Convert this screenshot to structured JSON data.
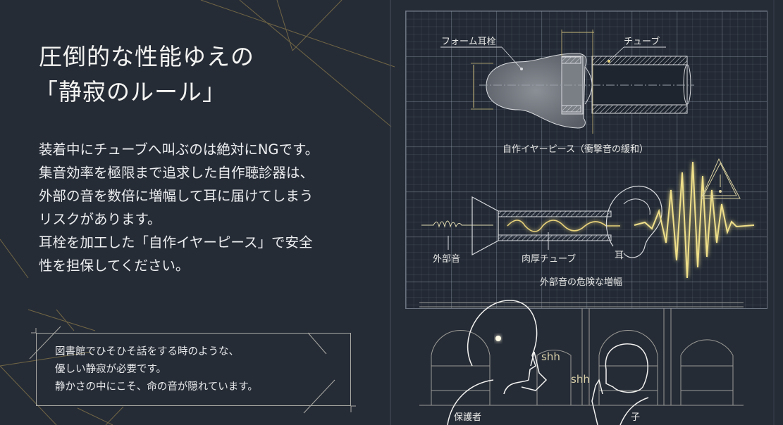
{
  "heading": {
    "line1": "圧倒的な性能ゆえの",
    "line2": "「静寂のルール」"
  },
  "body": {
    "lines": [
      "装着中にチューブへ叫ぶのは絶対にNGです。",
      "集音効率を極限まで追求した自作聴診器は、",
      "外部の音を数倍に増幅して耳に届けてしまう",
      "リスクがあります。",
      "耳栓を加工した「自作イヤーピース」で安全",
      "性を担保してください。"
    ]
  },
  "quote": {
    "lines": [
      "図書館でひそひそ話をする時のような、",
      "優しい静寂が必要です。",
      "静かさの中にこそ、命の音が隠れています。"
    ]
  },
  "diagram_earpiece": {
    "label_foam": "フォーム耳栓",
    "label_tube": "チューブ",
    "caption": "自作イヤーピース（衝撃音の緩和）"
  },
  "diagram_amplification": {
    "label_external": "外部音",
    "label_tube": "肉厚チューブ",
    "label_ear": "耳",
    "caption": "外部音の危険な増幅",
    "warning_icon": "warning-triangle-icon"
  },
  "library_scene": {
    "shh_adult": "shh",
    "shh_child": "shh",
    "label_guardian": "保護者",
    "label_child": "子"
  },
  "colors": {
    "background": "#262c36",
    "accent_gold": "#e8d27a",
    "line_gold": "#8a7a4a",
    "text": "#eef0f2"
  }
}
